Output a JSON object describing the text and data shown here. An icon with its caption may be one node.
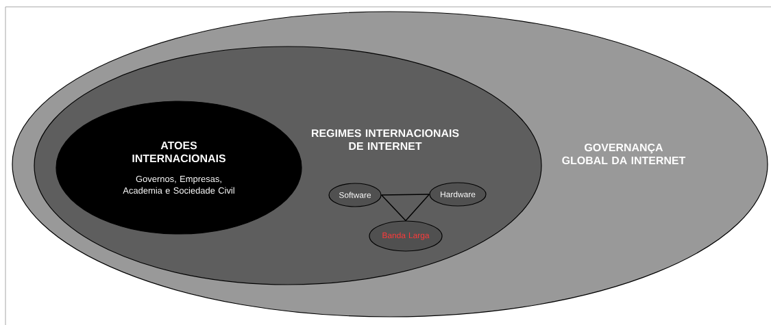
{
  "diagram": {
    "nodes": [
      {
        "text": [
          "GOVERNANÇA GLOBAL DA INTERNET"
        ]
      },
      {
        "text": [
          "REGIMES INTERNACIONAIS DE INTERNET"
        ],
        "in": 0
      },
      {
        "text": [
          "ATOES INTERNACIONAIS",
          "Governos, Empresas, Academia e Sociedade Civil"
        ],
        "in": 1
      },
      {
        "text": [
          "Software"
        ],
        "in": 1
      },
      {
        "text": [
          "Hardware"
        ],
        "in": 1
      },
      {
        "text": [
          "Banda Larga"
        ],
        "in": 1
      }
    ],
    "edges": [
      {
        "from": 3,
        "to": 4,
        "arrow": "none"
      },
      {
        "from": 3,
        "to": 5,
        "arrow": "none"
      },
      {
        "from": 4,
        "to": 5,
        "arrow": "none"
      }
    ]
  }
}
